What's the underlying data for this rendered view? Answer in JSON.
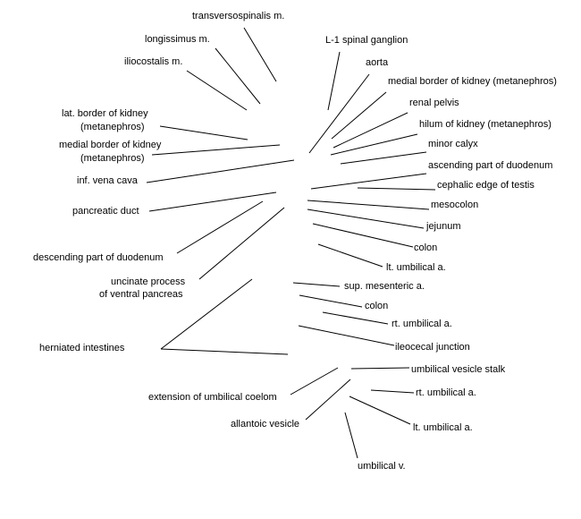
{
  "diagram": {
    "stroke_color": "#000000",
    "labels": {
      "transversospinalis": "transversospinalis m.",
      "longissimus": "longissimus m.",
      "iliocostalis": "iliocostalis m.",
      "l1_spinal_ganglion": "L-1 spinal ganglion",
      "aorta": "aorta",
      "medial_border_kidney_right_1": "medial border of kidney (metanephros)",
      "renal_pelvis": "renal pelvis",
      "hilum_kidney": "hilum of kidney (metanephros)",
      "minor_calyx": "minor calyx",
      "ascending_duodenum": "ascending part of duodenum",
      "cephalic_edge_testis": "cephalic edge of testis",
      "mesocolon": "mesocolon",
      "jejunum": "jejunum",
      "colon_1": "colon",
      "lt_umbilical_a_1": "lt. umbilical a.",
      "lat_border_kidney_1": "lat. border of kidney",
      "lat_border_kidney_2": "(metanephros)",
      "medial_border_kidney_left_1": "medial border of kidney",
      "medial_border_kidney_left_2": "(metanephros)",
      "inf_vena_cava": "inf. vena cava",
      "pancreatic_duct": "pancreatic duct",
      "descending_duodenum": "descending part of duodenum",
      "uncinate_1": "uncinate process",
      "uncinate_2": "of ventral pancreas",
      "sup_mesenteric_a": "sup. mesenteric a.",
      "colon_2": "colon",
      "rt_umbilical_a_1": "rt. umbilical a.",
      "ileocecal_junction": "ileocecal junction",
      "herniated_intestines": "herniated intestines",
      "umbilical_vesicle_stalk": "umbilical vesicle stalk",
      "extension_umbilical_coelom": "extension of umbilical coelom",
      "rt_umbilical_a_2": "rt. umbilical a.",
      "allantoic_vesicle": "allantoic vesicle",
      "lt_umbilical_a_2": "lt. umbilical a.",
      "umbilical_v": "umbilical v."
    }
  }
}
